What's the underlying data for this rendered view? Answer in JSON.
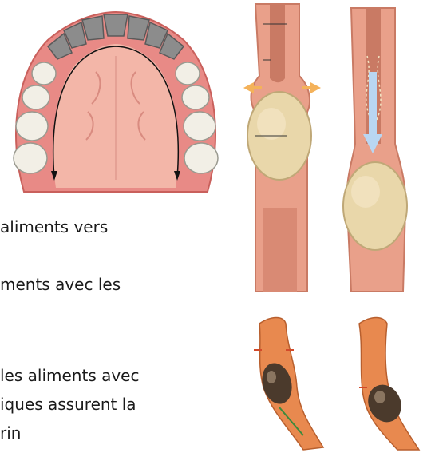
{
  "text_lines": [
    "aliments vers",
    "ments avec les",
    "les aliments avec",
    "iques assurent la",
    "rin"
  ],
  "colors": {
    "gum": "#e88a86",
    "gum_dark": "#c9605c",
    "palate": "#f3b6a8",
    "tooth_front": "#8c8c8c",
    "tooth_back": "#f2efe6",
    "tube_wall": "#e9a08a",
    "tube_inner": "#c97a64",
    "bolus": "#e9d7aa",
    "arrow_orange": "#f4b25a",
    "arrow_blue": "#b9d6f2",
    "text": "#1a1a1a"
  },
  "icons": [
    "dental-arch-illustration",
    "peristalsis-tube-illustration",
    "esophagus-peristalsis-illustration"
  ]
}
